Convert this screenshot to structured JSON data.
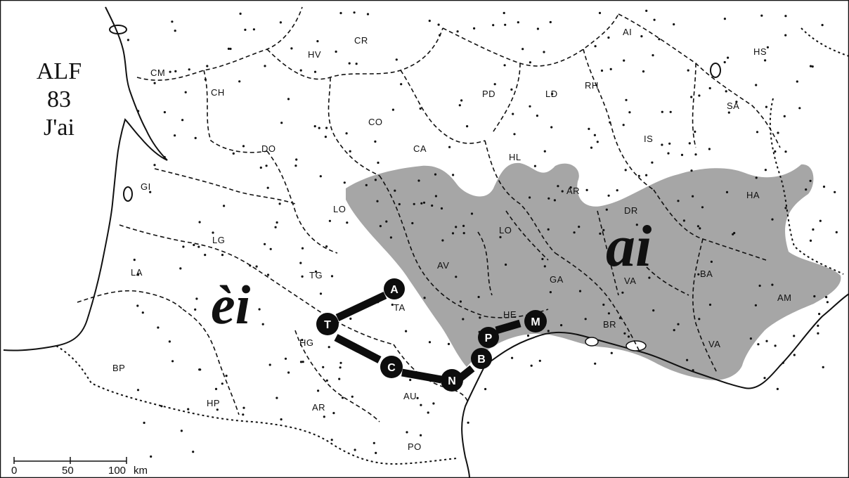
{
  "title": {
    "line1": "ALF",
    "line2": "83",
    "line3": "J'ai"
  },
  "zone_labels": {
    "west": "èi",
    "east": "ai"
  },
  "colors": {
    "shaded_area": "#a6a6a6",
    "ink": "#111111",
    "marker_fill": "#0d0d0d",
    "marker_text": "#ffffff"
  },
  "departments": [
    "CM",
    "CR",
    "HV",
    "AI",
    "HS",
    "CH",
    "PD",
    "LD",
    "RH",
    "SA",
    "CO",
    "DO",
    "CA",
    "HL",
    "IS",
    "GI",
    "AR",
    "HA",
    "LO",
    "DR",
    "LG",
    "LO",
    "AV",
    "GA",
    "VA",
    "BA",
    "LA",
    "TG",
    "TA",
    "HE",
    "AM",
    "BR",
    "HG",
    "VA",
    "BP",
    "HP",
    "AR",
    "AU",
    "PO"
  ],
  "markers": [
    "A",
    "T",
    "C",
    "N",
    "B",
    "P",
    "M"
  ],
  "scale": {
    "t0": "0",
    "t50": "50",
    "t100": "100",
    "unit": "km"
  }
}
